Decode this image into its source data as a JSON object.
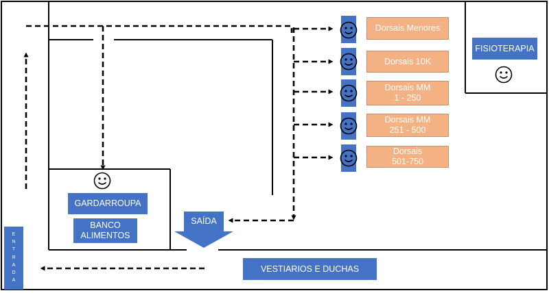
{
  "labels": {
    "dorsais_menores": "Dorsais Menores",
    "dorsais_10k": "Dorsais 10K",
    "dorsais_mm_1_250": "Dorsais MM\n1 - 250",
    "dorsais_mm_251_500": "Dorsais MM\n251 - 500",
    "dorsais_501_750": "Dorsais\n501-750",
    "fisioterapia": "FISIOTERAPIA",
    "gardarroupa": "GARDARROUPA",
    "banco_alimentos": "BANCO\nALIMENTOS",
    "saida": "SAÍDA",
    "vestiarios": "VESTIARIOS E DUCHAS",
    "entrada": "E\nN\nT\nR\nA\nD\nA"
  },
  "colors": {
    "blue": "#4472c4",
    "orange": "#f4b183",
    "line": "#000000"
  },
  "icons": [
    "smiley-face-icon",
    "arrow-down-icon",
    "arrow-left-icon",
    "arrow-up-icon",
    "arrow-right-icon"
  ]
}
